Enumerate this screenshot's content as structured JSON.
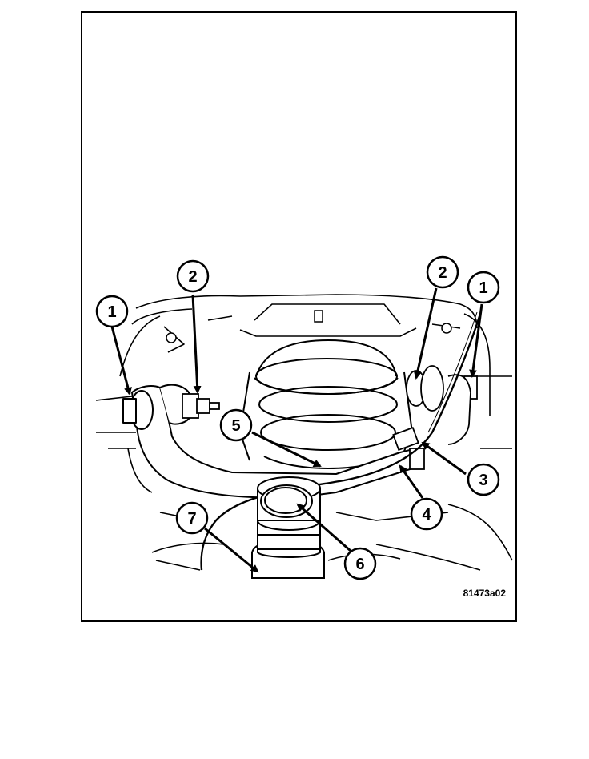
{
  "figure": {
    "code": "81473a02",
    "line_color": "#000000",
    "background_color": "#ffffff"
  },
  "callouts": [
    {
      "id": "c1-left",
      "label": "1"
    },
    {
      "id": "c2-left",
      "label": "2"
    },
    {
      "id": "c2-right",
      "label": "2"
    },
    {
      "id": "c1-right",
      "label": "1"
    },
    {
      "id": "c5",
      "label": "5"
    },
    {
      "id": "c3",
      "label": "3"
    },
    {
      "id": "c4",
      "label": "4"
    },
    {
      "id": "c7",
      "label": "7"
    },
    {
      "id": "c6",
      "label": "6"
    }
  ]
}
